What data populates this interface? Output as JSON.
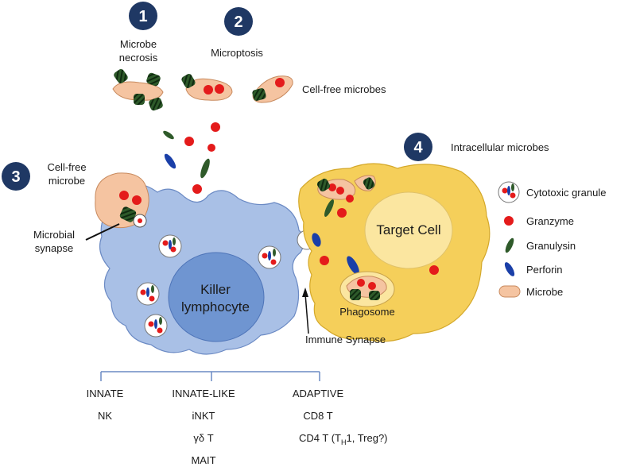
{
  "steps": {
    "s1": {
      "number": "1",
      "line1": "Microbe",
      "line2": "necrosis"
    },
    "s2": {
      "number": "2",
      "label": "Microptosis"
    },
    "s3": {
      "number": "3",
      "line1": "Cell-free",
      "line2": "microbe"
    },
    "s4": {
      "number": "4",
      "label": "Intracellular microbes"
    }
  },
  "labels": {
    "cell_free_microbes": "Cell-free microbes",
    "microbial_synapse_1": "Microbial",
    "microbial_synapse_2": "synapse",
    "killer_1": "Killer",
    "killer_2": "lymphocyte",
    "target_cell": "Target Cell",
    "phagosome": "Phagosome",
    "immune_synapse": "Immune Synapse"
  },
  "legend": {
    "items": [
      {
        "icon": "cytotoxic-granule-icon",
        "label": "Cytotoxic granule"
      },
      {
        "icon": "granzyme-icon",
        "label": "Granzyme"
      },
      {
        "icon": "granulysin-icon",
        "label": "Granulysin"
      },
      {
        "icon": "perforin-icon",
        "label": "Perforin"
      },
      {
        "icon": "microbe-icon",
        "label": "Microbe"
      }
    ]
  },
  "categories": {
    "innate": {
      "title": "INNATE",
      "items": [
        "NK"
      ]
    },
    "innate_like": {
      "title": "INNATE-LIKE",
      "items": [
        "iNKT",
        "γδ T",
        "MAIT"
      ]
    },
    "adaptive": {
      "title": "ADAPTIVE",
      "items": [
        "CD8 T",
        "CD4 T (T",
        "H",
        "1, Treg?)"
      ]
    }
  },
  "colors": {
    "step_circle": "#1f3864",
    "killer_cell": "#a9c0e6",
    "killer_nucleus": "#6f95d1",
    "target_cell": "#f5cf5a",
    "target_nucleus": "#fbe6a0",
    "microbe": "#f5c4a1",
    "granzyme": "#e41b1b",
    "granulysin": "#2f5a2a",
    "perforin": "#1a3fa8"
  }
}
